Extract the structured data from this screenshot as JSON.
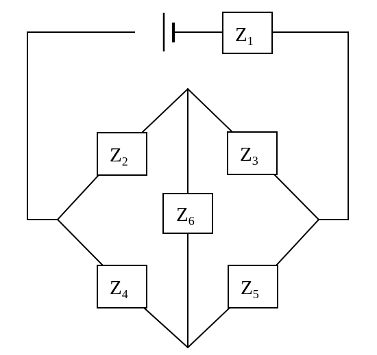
{
  "impedances": [
    {
      "id": "z1",
      "symbol": "Z",
      "index": "1"
    },
    {
      "id": "z2",
      "symbol": "Z",
      "index": "2"
    },
    {
      "id": "z3",
      "symbol": "Z",
      "index": "3"
    },
    {
      "id": "z4",
      "symbol": "Z",
      "index": "4"
    },
    {
      "id": "z5",
      "symbol": "Z",
      "index": "5"
    },
    {
      "id": "z6",
      "symbol": "Z",
      "index": "6"
    }
  ],
  "colors": {
    "stroke": "#000000",
    "background": "#ffffff"
  }
}
